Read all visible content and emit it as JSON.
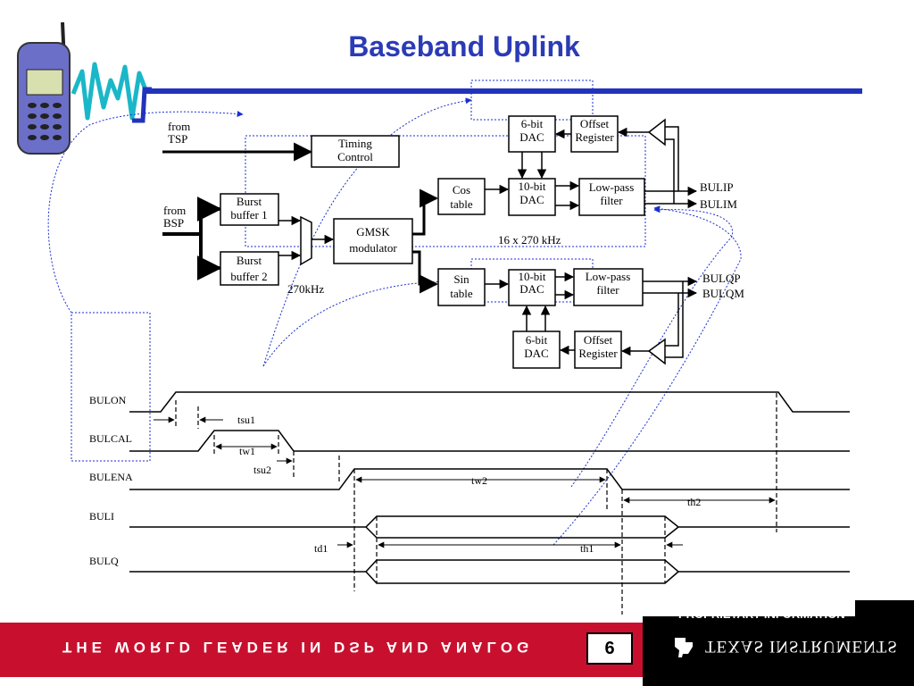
{
  "title": "Baseband Uplink",
  "block_diagram": {
    "inputs": {
      "from_tsp": [
        "from",
        "TSP"
      ],
      "from_bsp": [
        "from",
        "BSP"
      ]
    },
    "blocks": {
      "timing_control": [
        "Timing",
        "Control"
      ],
      "burst_buffer_1": [
        "Burst",
        "buffer 1"
      ],
      "burst_buffer_2": [
        "Burst",
        "buffer 2"
      ],
      "gmsk_modulator": [
        "GMSK",
        "modulator"
      ],
      "cos_table": [
        "Cos",
        "table"
      ],
      "sin_table": [
        "Sin",
        "table"
      ],
      "dac_10bit_i": [
        "10-bit",
        "DAC"
      ],
      "dac_10bit_q": [
        "10-bit",
        "DAC"
      ],
      "lpf_i": [
        "Low-pass",
        "filter"
      ],
      "lpf_q": [
        "Low-pass",
        "filter"
      ],
      "dac_6bit_top": [
        "6-bit",
        "DAC"
      ],
      "dac_6bit_bottom": [
        "6-bit",
        "DAC"
      ],
      "offset_reg_top": [
        "Offset",
        "Register"
      ],
      "offset_reg_bottom": [
        "Offset",
        "Register"
      ]
    },
    "clock_270": "270kHz",
    "clock_16x": "16 x 270 kHz",
    "outputs": {
      "bulip": "BULIP",
      "bulim": "BULIM",
      "bulqp": "BULQP",
      "bulqm": "BULQM"
    }
  },
  "timing_diagram": {
    "signals": [
      "BULON",
      "BULCAL",
      "BULENA",
      "BULI",
      "BULQ"
    ],
    "parameters": {
      "tsu1": "tsu1",
      "tw1": "tw1",
      "tsu2": "tsu2",
      "tw2": "tw2",
      "th2": "th2",
      "td1": "td1",
      "th1": "th1"
    }
  },
  "footer": {
    "tagline": "THE WORLD LEADER IN DSP AND ANALOG",
    "page_number": "6",
    "proprietary": "PROPRIETARY INFORMATION",
    "company": "TEXAS INSTRUMENTS"
  },
  "colors": {
    "title": "#2b3bb5",
    "rule": "#2233bb",
    "footer_red": "#c8102e",
    "dotted_blue": "#1a2fd0"
  },
  "icons": {
    "phone": "mobile-phone-icon",
    "wave": "signal-wave-icon",
    "logo": "ti-logo-icon"
  }
}
